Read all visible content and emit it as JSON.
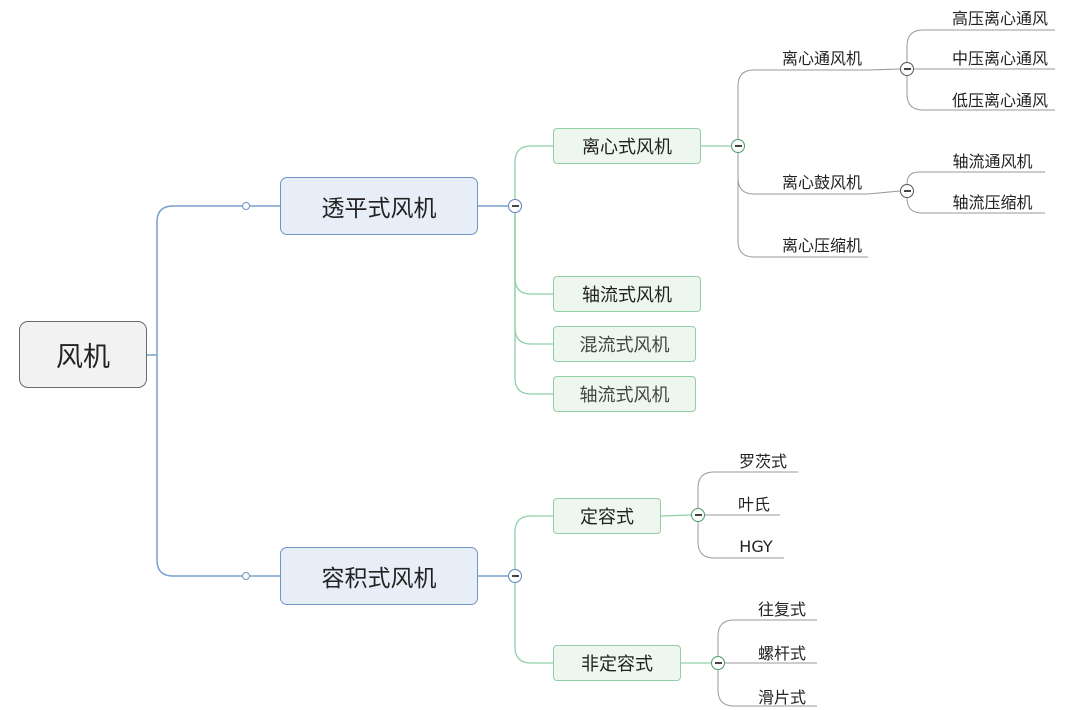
{
  "root": {
    "label": "风机"
  },
  "branches": [
    {
      "label": "透平式风机",
      "children": [
        {
          "label": "离心式风机",
          "children": [
            {
              "label": "离心通风机",
              "children": [
                "高压离心通风",
                "中压离心通风",
                "低压离心通风"
              ]
            },
            {
              "label": "离心鼓风机",
              "children": [
                "轴流通风机",
                "轴流压缩机"
              ]
            },
            {
              "label": "离心压缩机"
            }
          ]
        },
        {
          "label": "轴流式风机"
        },
        {
          "label": "混流式风机"
        },
        {
          "label": "轴流式风机"
        }
      ]
    },
    {
      "label": "容积式风机",
      "children": [
        {
          "label": "定容式",
          "children": [
            "罗茨式",
            "叶氏",
            "HGY"
          ]
        },
        {
          "label": "非定容式",
          "children": [
            "往复式",
            "螺杆式",
            "滑片式"
          ]
        }
      ]
    }
  ],
  "colors": {
    "main_line": "#7aa0cc",
    "sub_line": "#8fd0a8",
    "leaf_line": "#9a9a9a"
  }
}
